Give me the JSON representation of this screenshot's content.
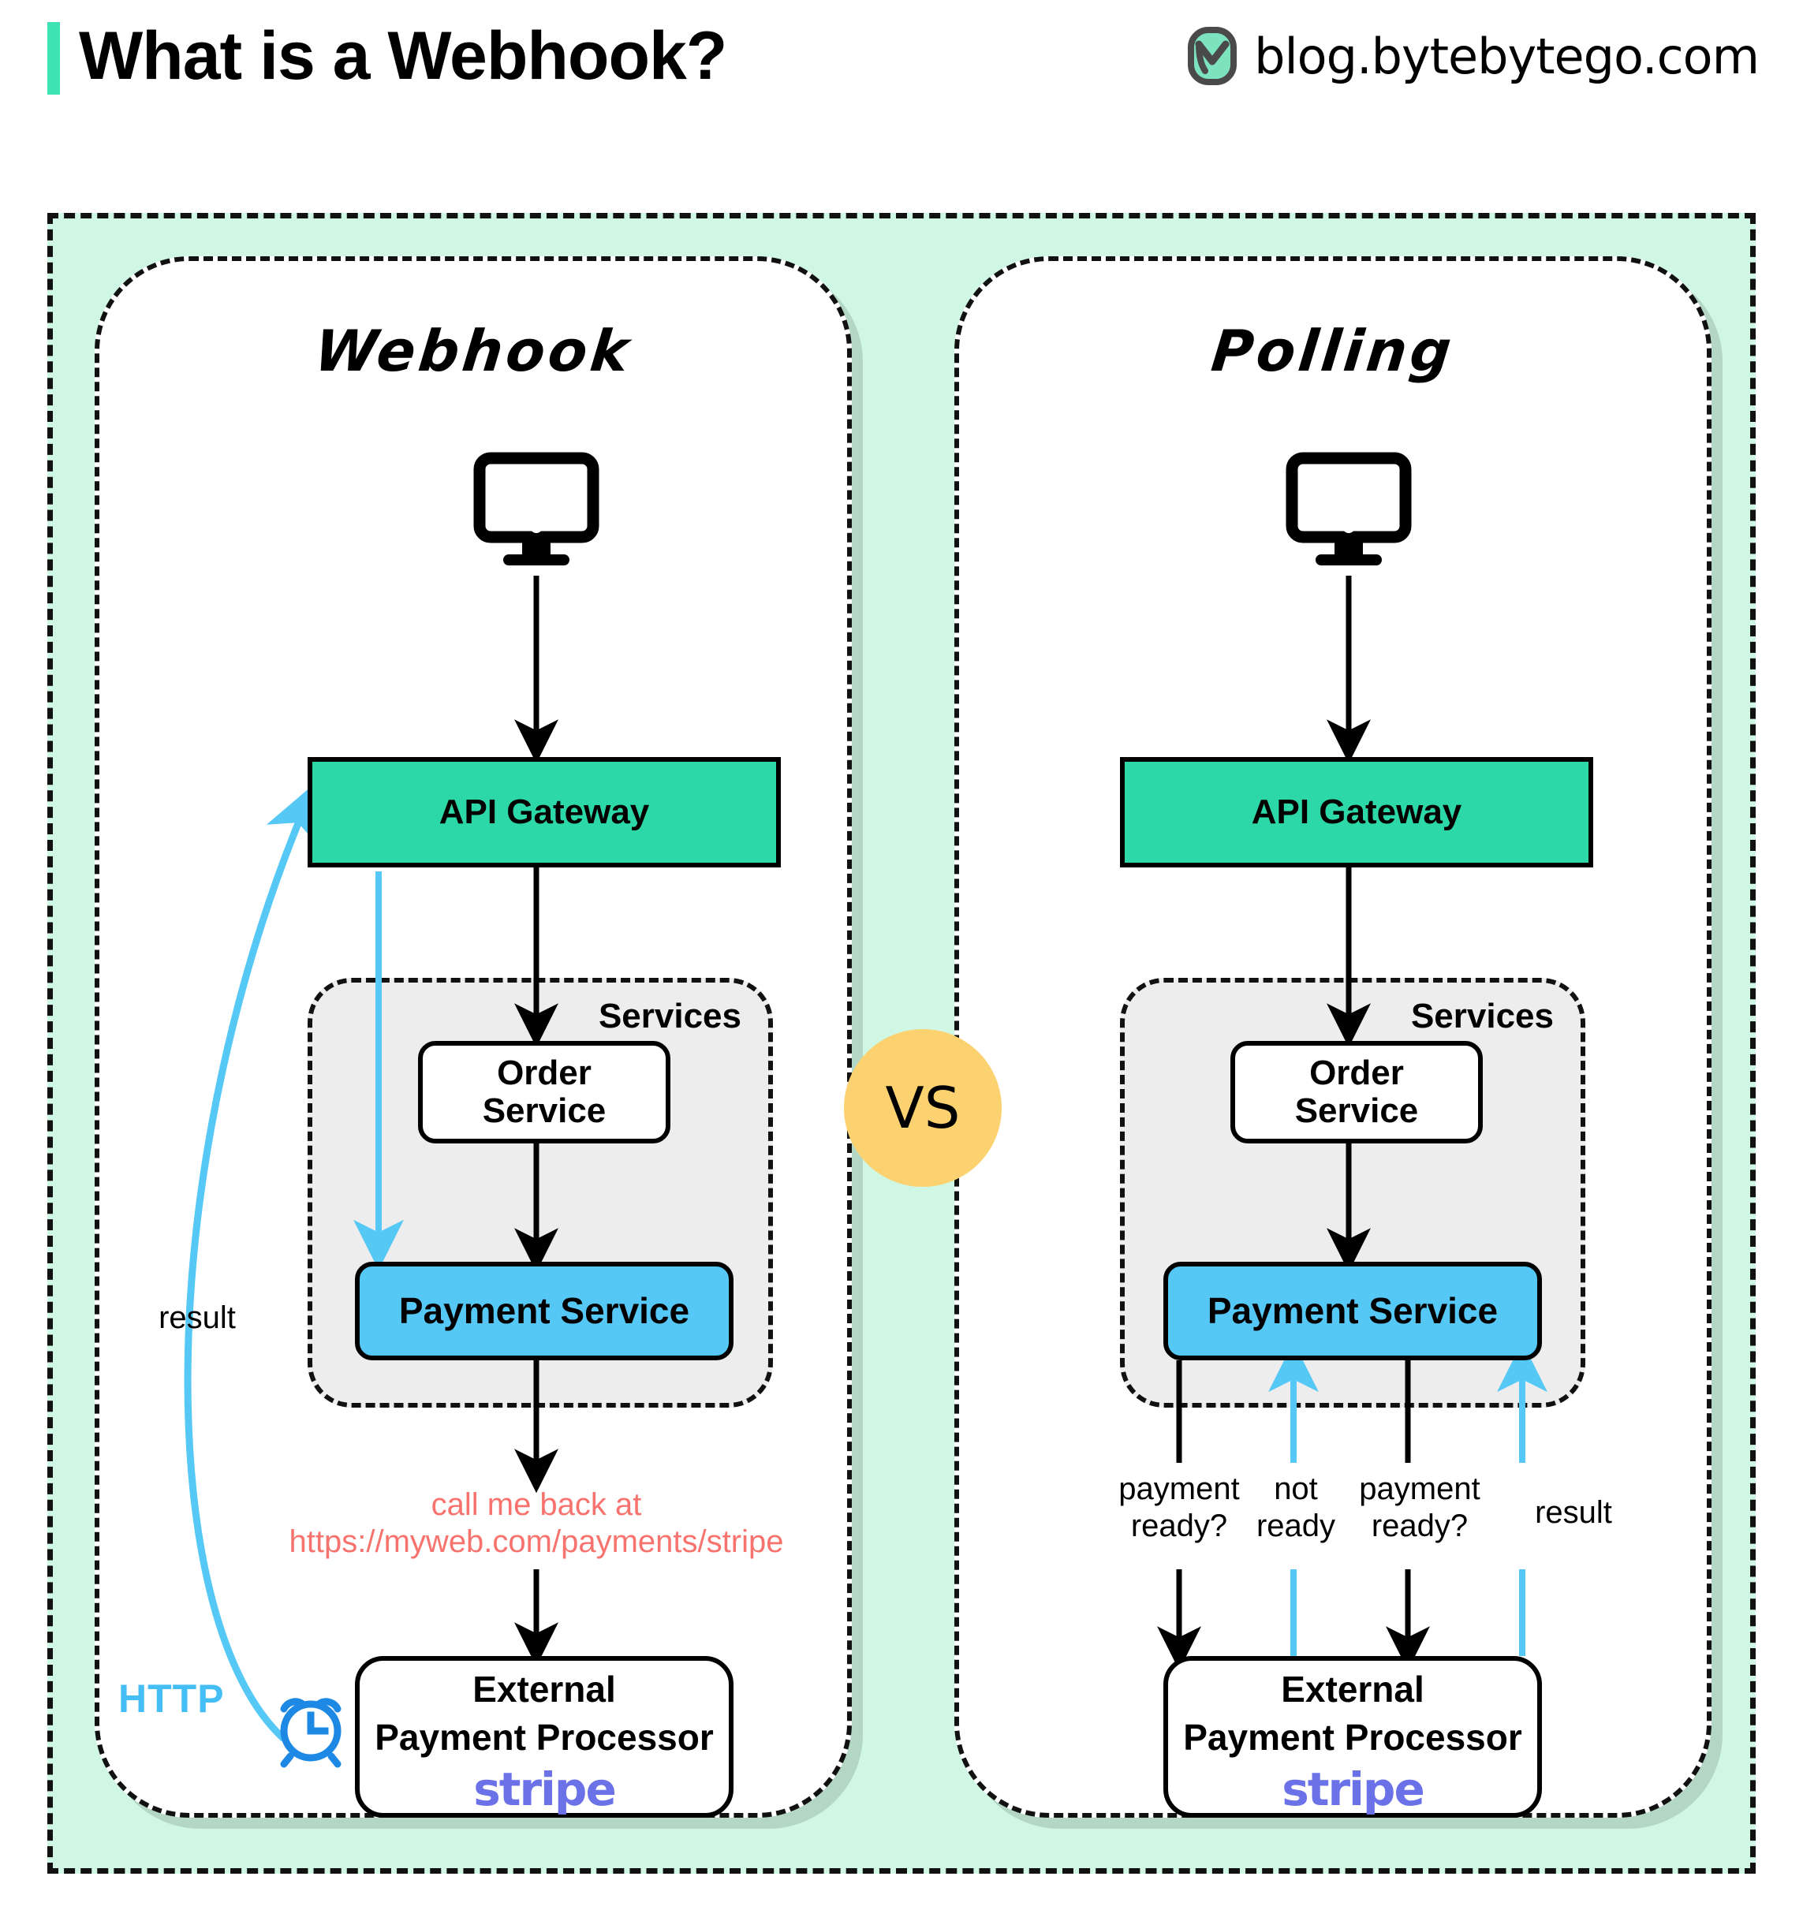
{
  "header": {
    "title": "What is a Webhook?",
    "url": "blog.bytebytego.com",
    "logo_icon": "bytebytego-logo-icon",
    "accent_color": "#3DE3B3"
  },
  "vs_badge": {
    "label": "VS",
    "color": "#FBD26F"
  },
  "colors": {
    "outer_panel": "#CFF7E3",
    "api_gateway": "#2DD8A8",
    "payment_service": "#55C8F5",
    "services_box": "#EDEDED",
    "callout_red": "#F8736E",
    "http_blue": "#45BDF5",
    "clock_blue": "#1E88E5",
    "stripe_purple": "#6B72E8"
  },
  "panels": [
    {
      "id": "webhook",
      "title": "Webhook",
      "client_icon": "desktop-monitor-icon",
      "api_gateway": "API Gateway",
      "services_label": "Services",
      "order_service": "Order\nService",
      "order_service_line1": "Order",
      "order_service_line2": "Service",
      "payment_service": "Payment Service",
      "external_line1": "External",
      "external_line2": "Payment Processor",
      "external_logo": "stripe",
      "callout_line1": "call me back at",
      "callout_line2": "https://myweb.com/payments/stripe",
      "result_label": "result",
      "http_label": "HTTP",
      "clock_icon": "alarm-clock-icon"
    },
    {
      "id": "polling",
      "title": "Polling",
      "client_icon": "desktop-monitor-icon",
      "api_gateway": "API Gateway",
      "services_label": "Services",
      "order_service_line1": "Order",
      "order_service_line2": "Service",
      "payment_service": "Payment Service",
      "external_line1": "External",
      "external_line2": "Payment Processor",
      "external_logo": "stripe",
      "poll_labels": [
        {
          "line1": "payment",
          "line2": "ready?",
          "direction": "down",
          "color": "#000000"
        },
        {
          "line1": "not",
          "line2": "ready",
          "direction": "up",
          "color": "#55C8F5"
        },
        {
          "line1": "payment",
          "line2": "ready?",
          "direction": "down",
          "color": "#000000"
        },
        {
          "line1": "result",
          "line2": "",
          "direction": "up",
          "color": "#55C8F5"
        }
      ]
    }
  ]
}
